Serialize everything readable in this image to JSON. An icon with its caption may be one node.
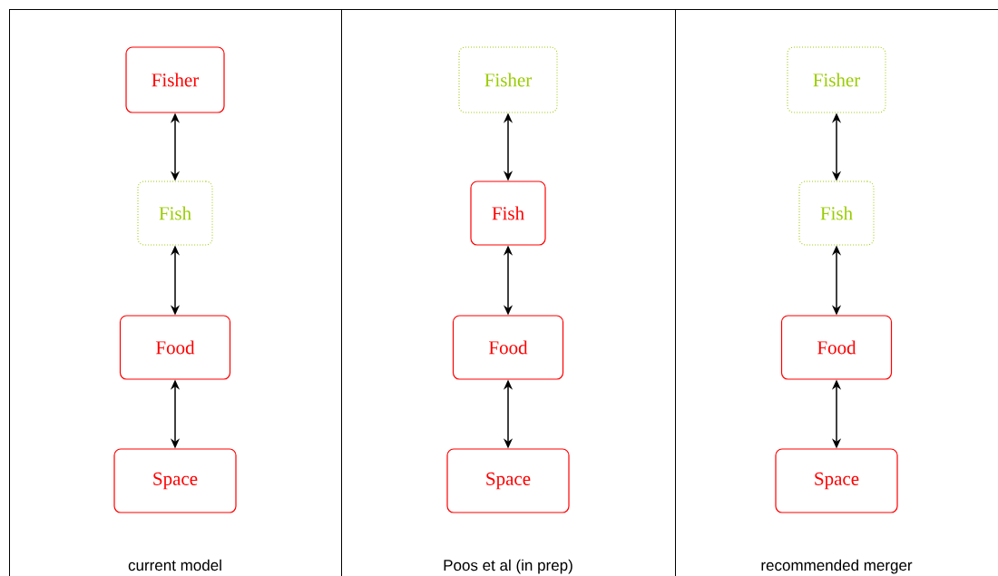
{
  "diagram": {
    "nodes": [
      {
        "text": [
          "current model"
        ]
      },
      {
        "text": [
          "Fisher"
        ],
        "in": 0
      },
      {
        "text": [
          "Fish"
        ],
        "in": 0
      },
      {
        "text": [
          "Food"
        ],
        "in": 0
      },
      {
        "text": [
          "Space"
        ],
        "in": 0
      },
      {
        "text": [
          "Poos et al (in prep)"
        ]
      },
      {
        "text": [
          "Fisher"
        ],
        "in": 5
      },
      {
        "text": [
          "Fish"
        ],
        "in": 5
      },
      {
        "text": [
          "Food"
        ],
        "in": 5
      },
      {
        "text": [
          "Space"
        ],
        "in": 5
      },
      {
        "text": [
          "recommended merger"
        ]
      },
      {
        "text": [
          "Fisher"
        ],
        "in": 10
      },
      {
        "text": [
          "Fish"
        ],
        "in": 10
      },
      {
        "text": [
          "Food"
        ],
        "in": 10
      },
      {
        "text": [
          "Space"
        ],
        "in": 10
      }
    ],
    "edges": [
      {
        "from": 1,
        "to": 2,
        "arrow": "both"
      },
      {
        "from": 2,
        "to": 3,
        "arrow": "both"
      },
      {
        "from": 3,
        "to": 4,
        "arrow": "both"
      },
      {
        "from": 6,
        "to": 7,
        "arrow": "both"
      },
      {
        "from": 7,
        "to": 8,
        "arrow": "both"
      },
      {
        "from": 8,
        "to": 9,
        "arrow": "both"
      },
      {
        "from": 11,
        "to": 12,
        "arrow": "both"
      },
      {
        "from": 12,
        "to": 13,
        "arrow": "both"
      },
      {
        "from": 13,
        "to": 14,
        "arrow": "both"
      }
    ]
  }
}
